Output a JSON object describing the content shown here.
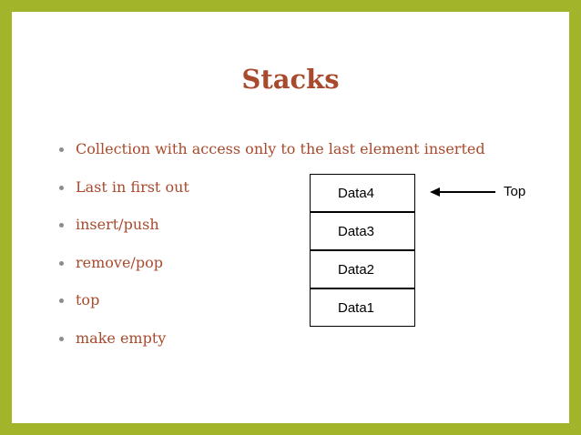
{
  "slide": {
    "title": "Stacks",
    "bullets": [
      "Collection with access only to the last element inserted",
      "Last in first out",
      "insert/push",
      "remove/pop",
      "top",
      "make empty"
    ]
  },
  "stack_diagram": {
    "cells": [
      "Data4",
      "Data3",
      "Data2",
      "Data1"
    ],
    "pointer_label": "Top"
  },
  "colors": {
    "frame": "#a2b52a",
    "title_text": "#a84a2d",
    "bullet_text": "#a84a2d",
    "bullet_dot": "#8c8c8c"
  }
}
